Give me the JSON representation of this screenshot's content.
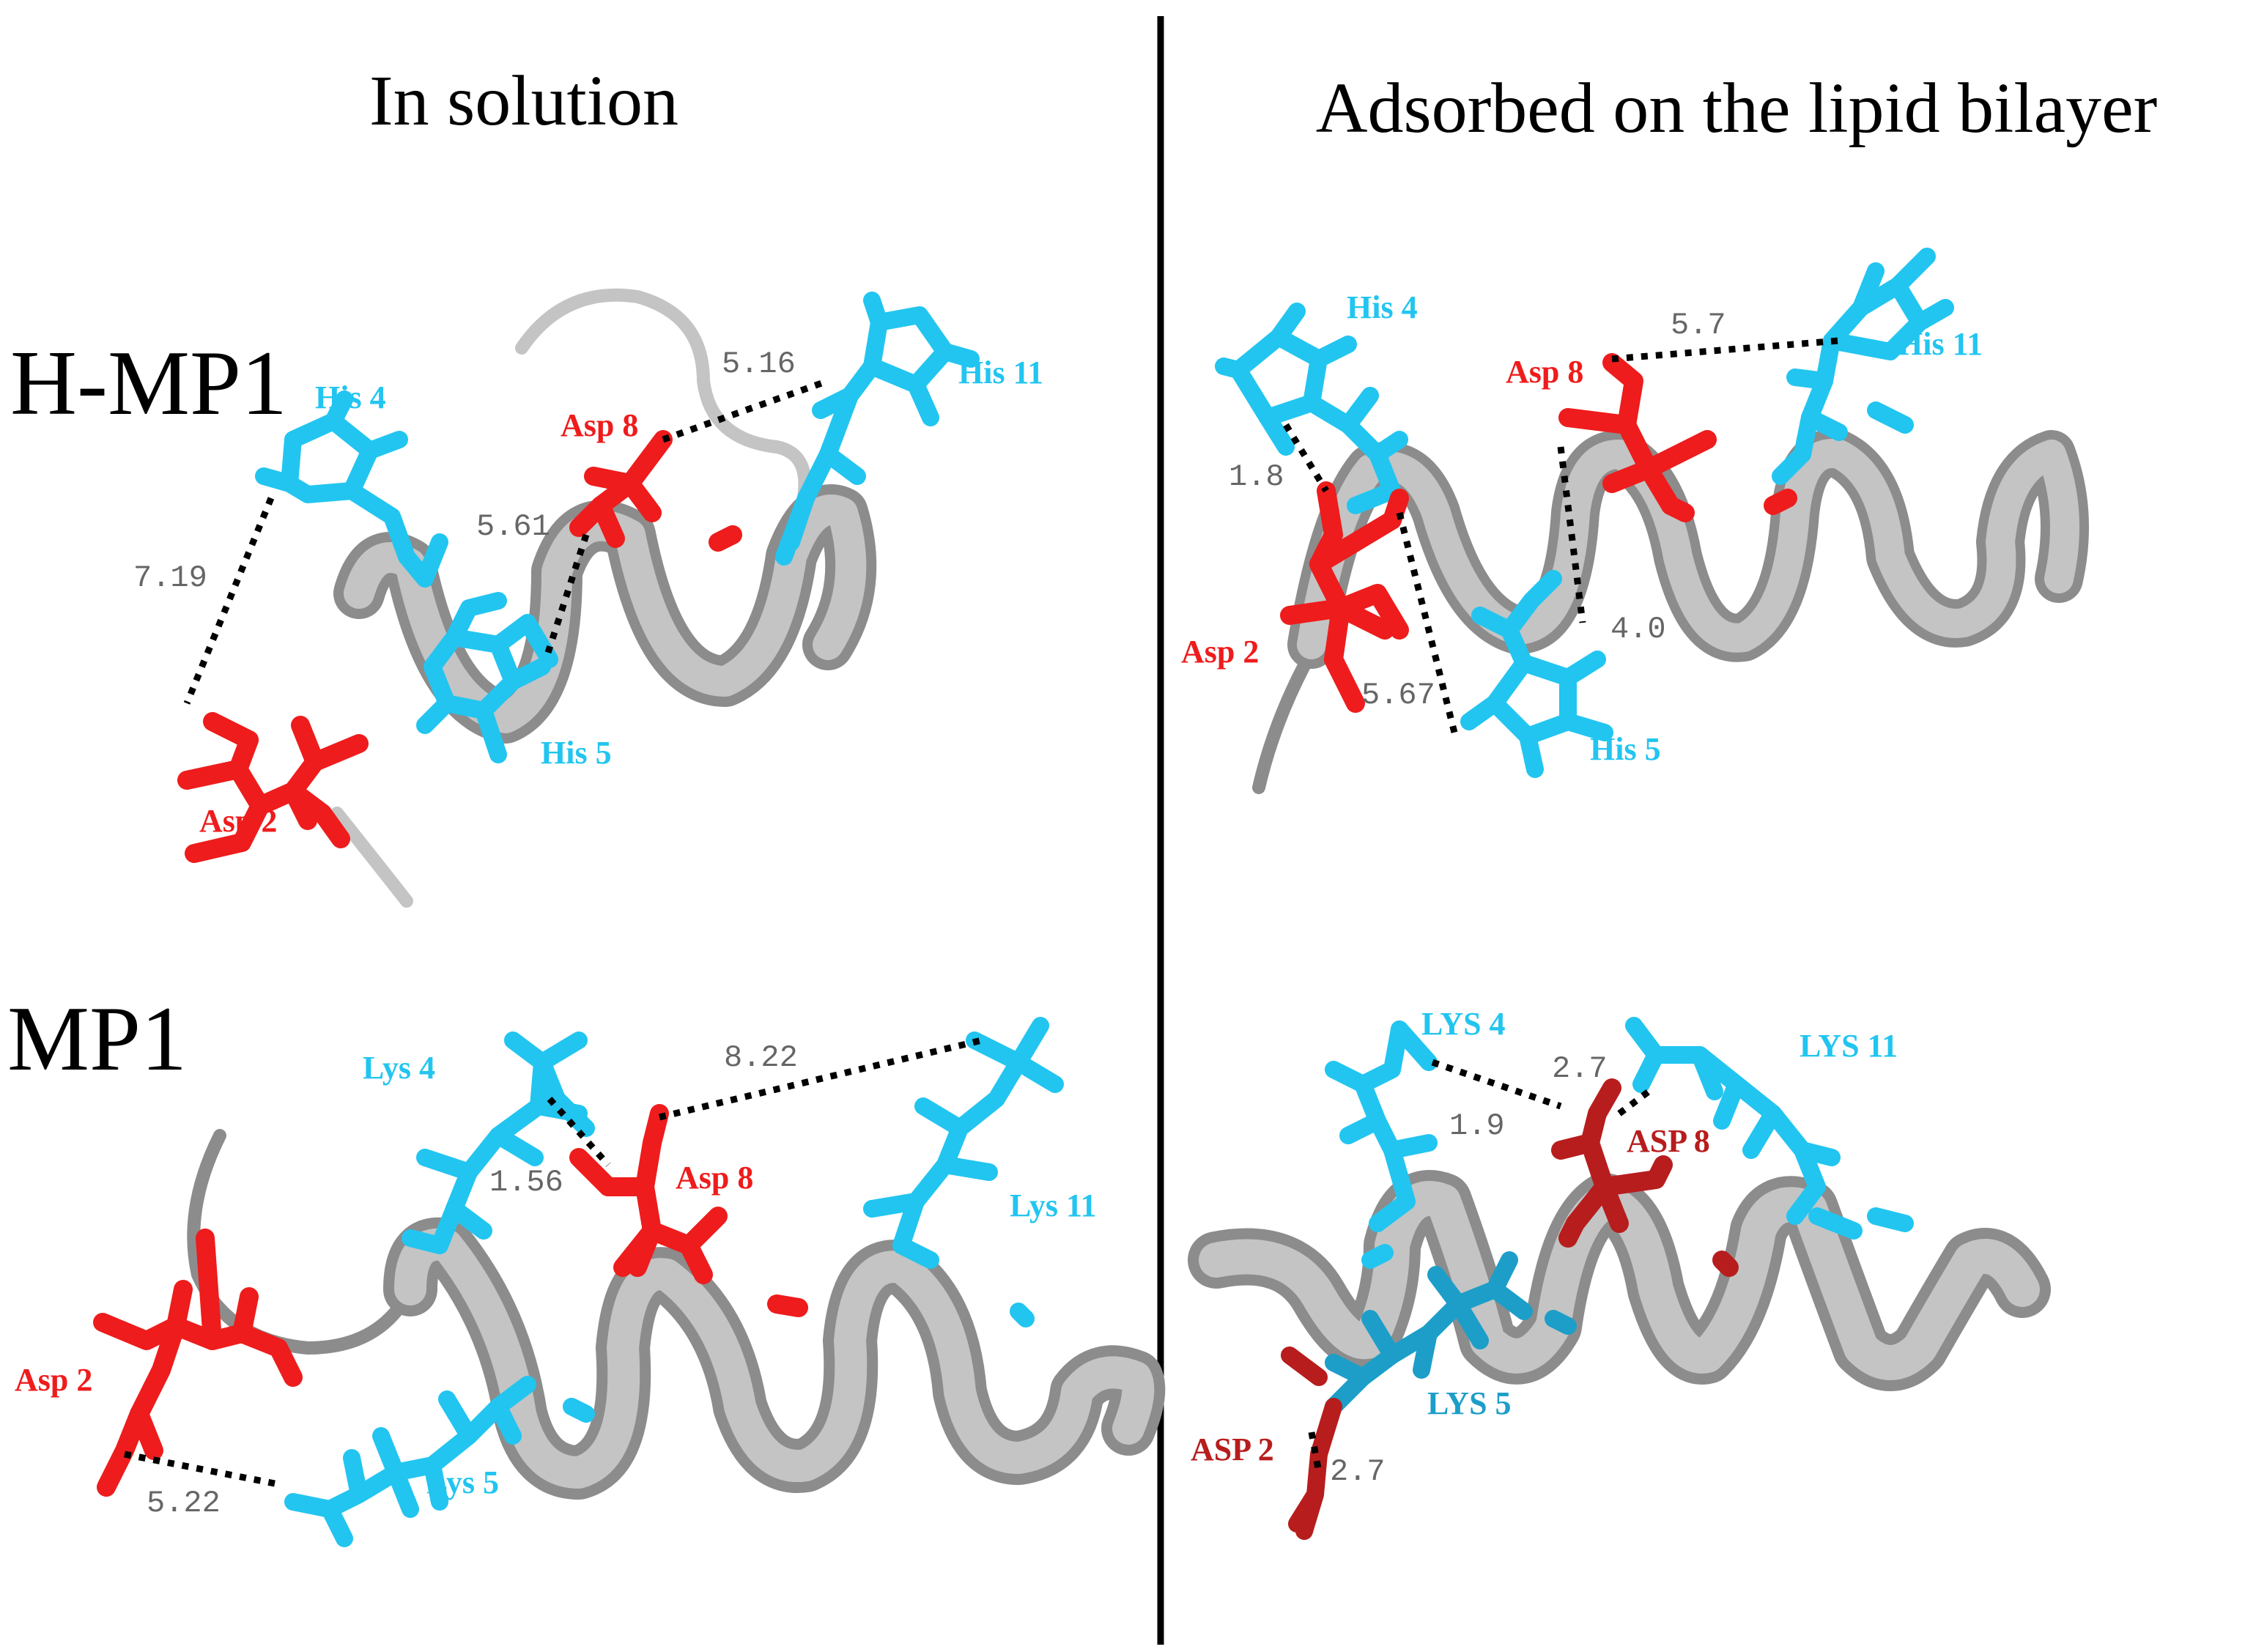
{
  "columns": {
    "left": "In solution",
    "right": "Adsorbed on the lipid bilayer"
  },
  "rows": {
    "top": "H-MP1",
    "bottom": "MP1"
  },
  "colors": {
    "acidic": "#ee1c1c",
    "basic": "#22c5f0",
    "helix": "#c4c4c4",
    "helix_shadow": "#8c8c8c",
    "distance_text": "#666666"
  },
  "panels": {
    "hmp1_solution": {
      "labels": {
        "his4": "His 4",
        "his11": "His 11",
        "asp8": "Asp 8",
        "asp2": "Asp 2",
        "his5": "His 5"
      },
      "distances": {
        "d1": "5.16",
        "d2": "5.61",
        "d3": "7.19"
      }
    },
    "hmp1_bilayer": {
      "labels": {
        "his4": "His 4",
        "his11": "His 11",
        "asp8": "Asp 8",
        "asp2": "Asp 2",
        "his5": "His 5"
      },
      "distances": {
        "d1": "5.7",
        "d2": "1.8",
        "d3": "4.0",
        "d4": "5.67"
      }
    },
    "mp1_solution": {
      "labels": {
        "lys4": "Lys 4",
        "lys11": "Lys 11",
        "asp8": "Asp 8",
        "asp2": "Asp 2",
        "lys5": "Lys 5"
      },
      "distances": {
        "d1": "8.22",
        "d2": "1.56",
        "d3": "5.22"
      }
    },
    "mp1_bilayer": {
      "labels": {
        "lys4": "LYS 4",
        "lys11": "LYS 11",
        "asp8": "ASP 8",
        "asp2": "ASP 2",
        "lys5": "LYS 5"
      },
      "distances": {
        "d1": "2.7",
        "d2": "1.9",
        "d3": "2.7"
      }
    }
  }
}
